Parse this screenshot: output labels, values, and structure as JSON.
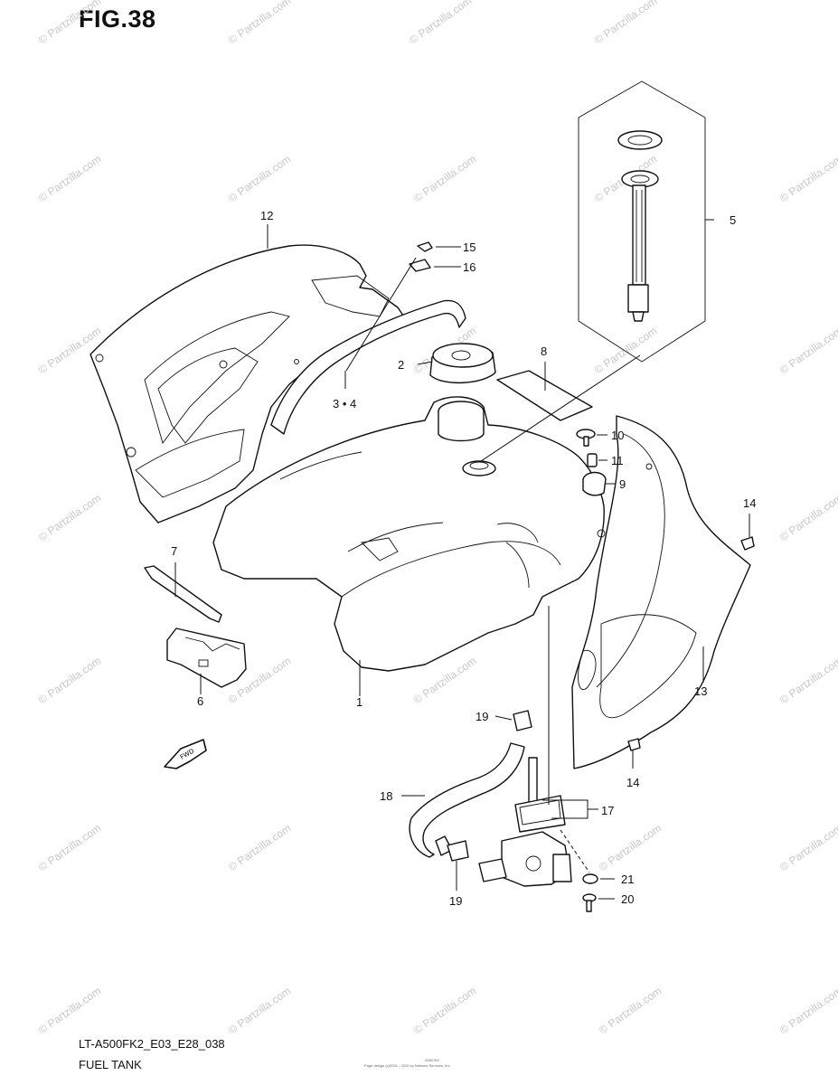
{
  "figure": {
    "title": "FIG.38"
  },
  "footer": {
    "model_code": "LT-A500FK2_E03_E28_038",
    "section_name": "FUEL TANK",
    "fine_print_1": "0050763",
    "fine_print_2": "Page design (c)2001 - 2010 by Network Services, Inc."
  },
  "watermark": {
    "text": "© Partzilla.com"
  },
  "direction_badge": {
    "text": "FWD"
  },
  "callouts": [
    {
      "id": "c1",
      "label": "1"
    },
    {
      "id": "c2",
      "label": "2"
    },
    {
      "id": "c34",
      "label": "3 • 4"
    },
    {
      "id": "c5",
      "label": "5"
    },
    {
      "id": "c6",
      "label": "6"
    },
    {
      "id": "c7",
      "label": "7"
    },
    {
      "id": "c8",
      "label": "8"
    },
    {
      "id": "c9",
      "label": "9"
    },
    {
      "id": "c10",
      "label": "10"
    },
    {
      "id": "c11",
      "label": "11"
    },
    {
      "id": "c12",
      "label": "12"
    },
    {
      "id": "c13",
      "label": "13"
    },
    {
      "id": "c14a",
      "label": "14"
    },
    {
      "id": "c14b",
      "label": "14"
    },
    {
      "id": "c15",
      "label": "15"
    },
    {
      "id": "c16",
      "label": "16"
    },
    {
      "id": "c17",
      "label": "17"
    },
    {
      "id": "c18",
      "label": "18"
    },
    {
      "id": "c19a",
      "label": "19"
    },
    {
      "id": "c19b",
      "label": "19"
    },
    {
      "id": "c20",
      "label": "20"
    },
    {
      "id": "c21",
      "label": "21"
    }
  ]
}
